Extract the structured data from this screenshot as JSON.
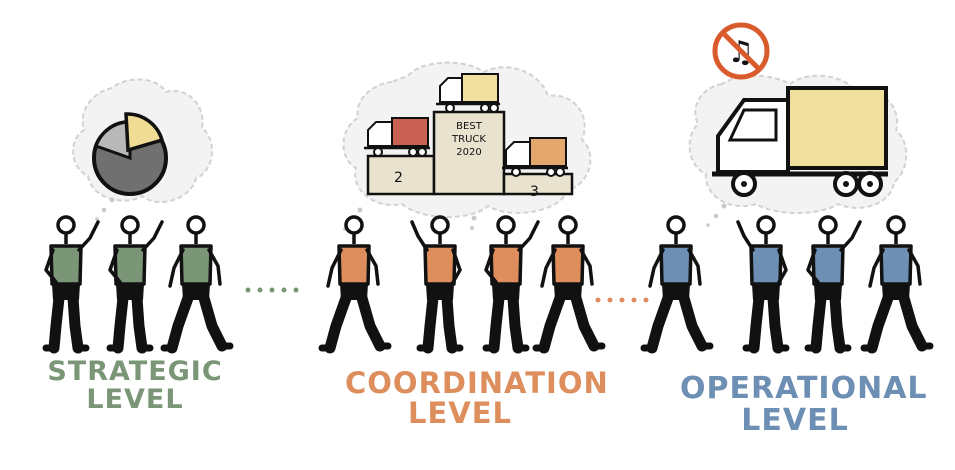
{
  "colors": {
    "strategic": "#7a9676",
    "coordination": "#dd8e5c",
    "operational": "#6c8fb3",
    "ink": "#111111",
    "cloud": "#f3f3f3",
    "truck_yellow": "#f1df9e",
    "truck_red": "#c96155",
    "truck_orange": "#e3a66c",
    "pie_dark": "#707070",
    "pie_light": "#b8b8b8",
    "pie_slice": "#f0dc95",
    "no_sign": "#d95b2b"
  },
  "levels": [
    {
      "id": "strategic",
      "line1": "STRATEGIC",
      "line2": "LEVEL",
      "figure_count": 3
    },
    {
      "id": "coordination",
      "line1": "COORDINATION",
      "line2": "LEVEL",
      "figure_count": 4
    },
    {
      "id": "operational",
      "line1": "OPERATIONAL",
      "line2": "LEVEL",
      "figure_count": 4
    }
  ],
  "thoughts": {
    "strategic": {
      "icon": "pie-chart-icon"
    },
    "coordination": {
      "icon": "truck-podium-icon",
      "podium_title_1": "BEST",
      "podium_title_2": "TRUCK",
      "podium_title_3": "2020",
      "second_place": "2",
      "third_place": "3"
    },
    "operational": {
      "icon": "truck-icon",
      "sign_icon": "no-music-icon",
      "sign_glyph": "♫"
    }
  }
}
